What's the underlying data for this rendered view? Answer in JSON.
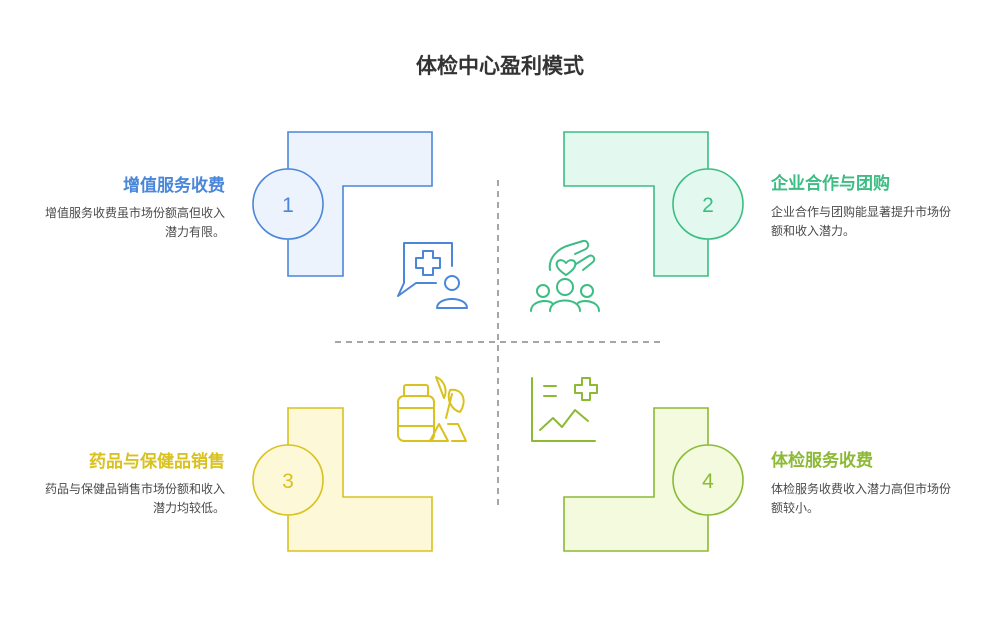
{
  "title": "体检中心盈利模式",
  "quadrants": [
    {
      "number": "1",
      "title": "增值服务收费",
      "description": "增值服务收费虽市场份额高但收入潜力有限。",
      "color": "#4a86d9",
      "fill": "#edf3fd"
    },
    {
      "number": "2",
      "title": "企业合作与团购",
      "description": "企业合作与团购能显著提升市场份额和收入潜力。",
      "color": "#3cbd83",
      "fill": "#e3f9ef"
    },
    {
      "number": "3",
      "title": "药品与保健品销售",
      "description": "药品与保健品销售市场份额和收入潜力均较低。",
      "color": "#d9c21f",
      "fill": "#fdf8d8"
    },
    {
      "number": "4",
      "title": "体检服务收费",
      "description": "体检服务收费收入潜力高但市场份额较小。",
      "color": "#8cba35",
      "fill": "#f3fade"
    }
  ],
  "icons": [
    "medical-consult-icon",
    "team-heart-icon",
    "medicine-bottle-icon",
    "growth-chart-icon"
  ]
}
